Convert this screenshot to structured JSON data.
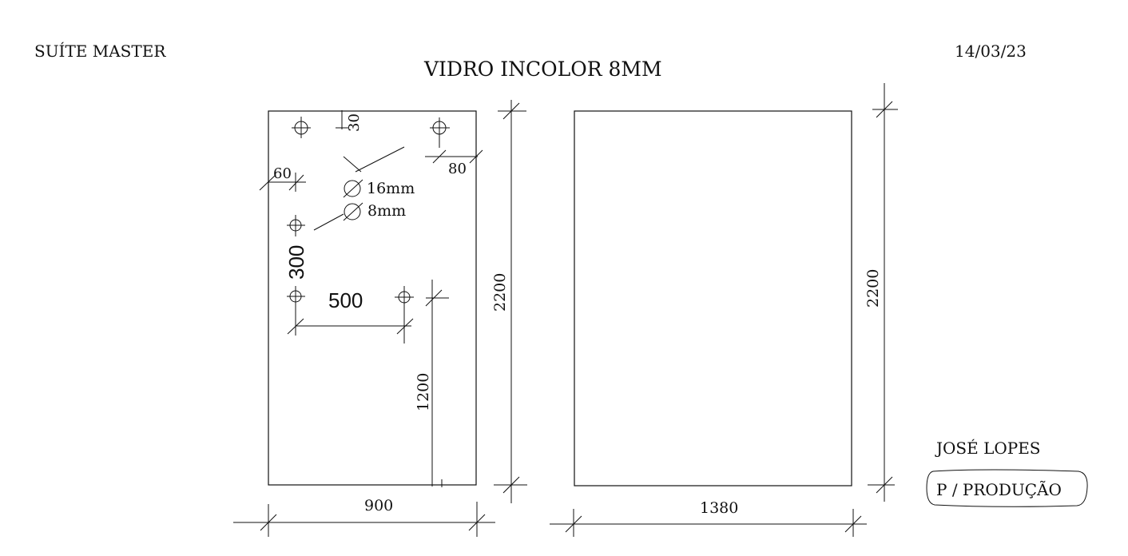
{
  "header": {
    "room": "SUÍTE MASTER",
    "title": "VIDRO INCOLOR 8MM",
    "date": "14/03/23"
  },
  "footer": {
    "client": "JOSÉ LOPES",
    "stamp": "P / PRODUÇÃO"
  },
  "panel_left": {
    "width": "900",
    "height": "2200",
    "dim_top_hole_offset": "30",
    "dim_right_hole_offset": "80",
    "dim_left_hole_offset": "60",
    "hole_large": "16mm",
    "hole_small": "8mm",
    "dim_vertical_spacing": "300",
    "dim_horizontal_spacing": "500",
    "dim_height_from_floor": "1200"
  },
  "panel_right": {
    "width": "1380",
    "height": "2200"
  }
}
